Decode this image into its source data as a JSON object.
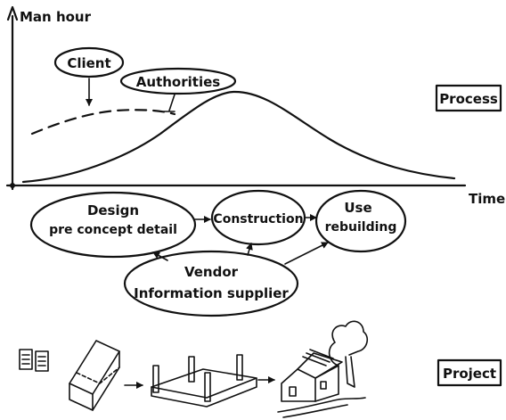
{
  "chart": {
    "y_axis_label": "Man hour",
    "x_axis_label": "Time"
  },
  "influences": {
    "client": "Client",
    "authorities": "Authorities"
  },
  "side_labels": {
    "process": "Process",
    "project": "Project"
  },
  "phases": {
    "design_line1": "Design",
    "design_line2": "pre concept detail",
    "construction": "Construction",
    "use_line1": "Use",
    "use_line2": "rebuilding"
  },
  "vendor": {
    "line1": "Vendor",
    "line2": "Information supplier"
  },
  "colors": {
    "ink": "#111111",
    "paper": "#ffffff"
  },
  "icons": [
    "documents-icon",
    "building-block-icon",
    "frame-structure-icon",
    "house-with-tree-icon"
  ]
}
